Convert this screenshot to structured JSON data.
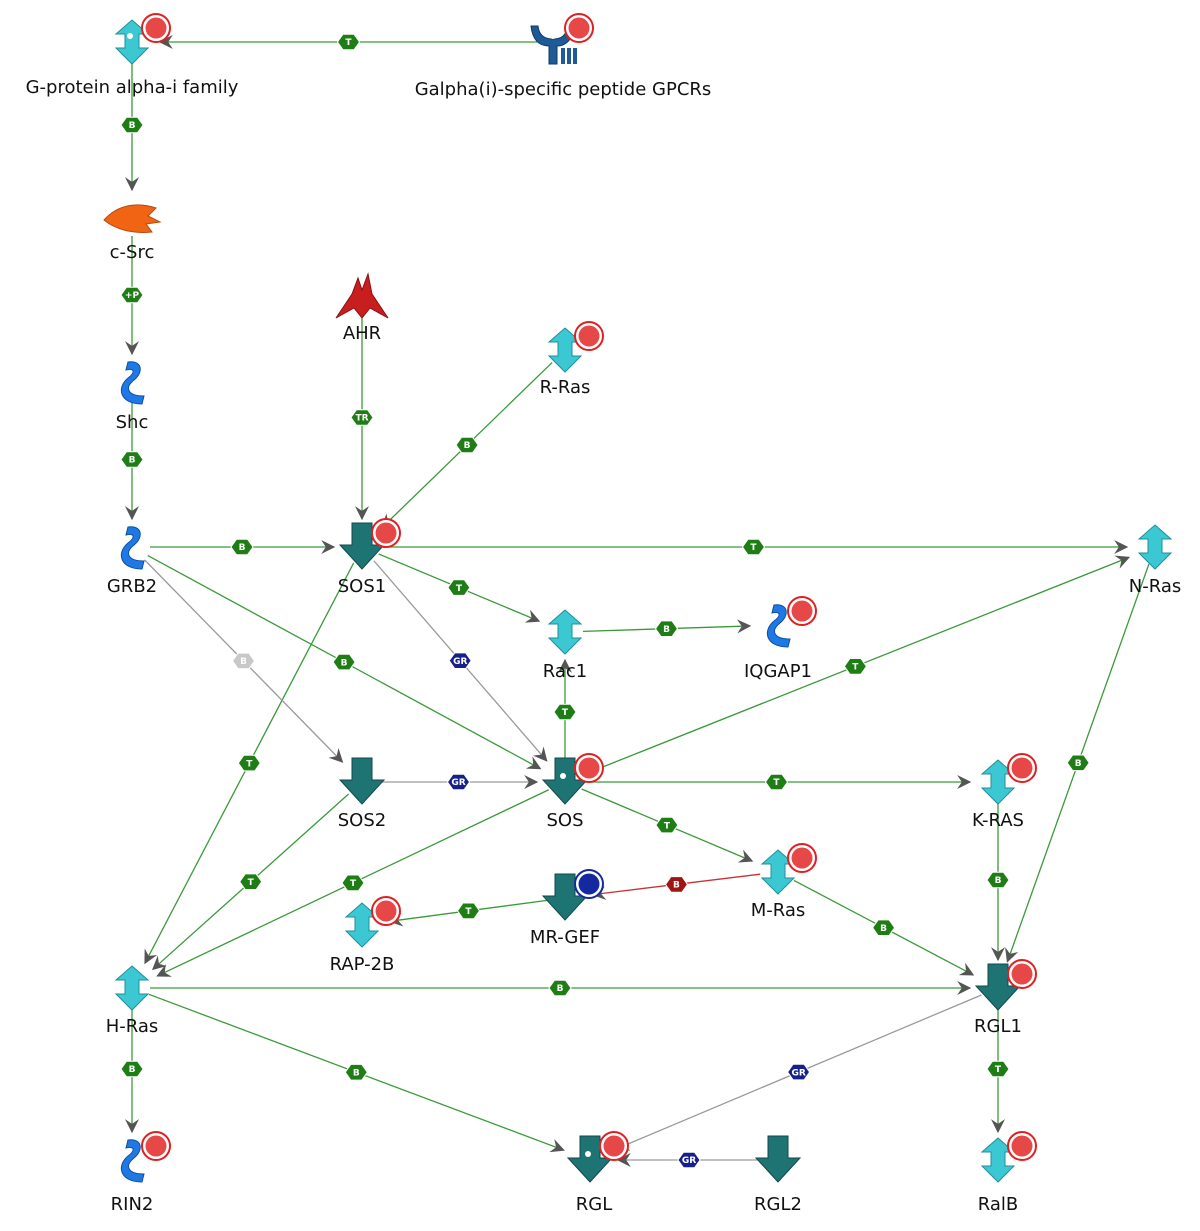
{
  "nodes": [
    {
      "id": "gprot",
      "label": "G-protein alpha-i family",
      "shape": "gprotein",
      "marker": "red"
    },
    {
      "id": "gpcr",
      "label": "Galpha(i)-specific peptide GPCRs",
      "shape": "receptor",
      "marker": "red"
    },
    {
      "id": "csrc",
      "label": "c-Src",
      "shape": "kinase",
      "marker": null
    },
    {
      "id": "shc",
      "label": "Shc",
      "shape": "adaptor",
      "marker": null
    },
    {
      "id": "grb2",
      "label": "GRB2",
      "shape": "adaptor",
      "marker": null
    },
    {
      "id": "ahr",
      "label": "AHR",
      "shape": "tf",
      "marker": null
    },
    {
      "id": "rras",
      "label": "R-Ras",
      "shape": "gprotein",
      "marker": "red"
    },
    {
      "id": "sos1",
      "label": "SOS1",
      "shape": "gef",
      "marker": "red"
    },
    {
      "id": "nras",
      "label": "N-Ras",
      "shape": "gprotein",
      "marker": null
    },
    {
      "id": "rac1",
      "label": "Rac1",
      "shape": "gprotein",
      "marker": null
    },
    {
      "id": "iqgap1",
      "label": "IQGAP1",
      "shape": "adaptor",
      "marker": "red"
    },
    {
      "id": "sos2",
      "label": "SOS2",
      "shape": "gef",
      "marker": null
    },
    {
      "id": "sos",
      "label": "SOS",
      "shape": "gef",
      "marker": "red"
    },
    {
      "id": "kras",
      "label": "K-RAS",
      "shape": "gprotein",
      "marker": "red"
    },
    {
      "id": "mras",
      "label": "M-Ras",
      "shape": "gprotein",
      "marker": "red"
    },
    {
      "id": "mrgef",
      "label": "MR-GEF",
      "shape": "gef",
      "marker": "blue"
    },
    {
      "id": "rap2b",
      "label": "RAP-2B",
      "shape": "gprotein",
      "marker": "red"
    },
    {
      "id": "hras",
      "label": "H-Ras",
      "shape": "gprotein",
      "marker": null
    },
    {
      "id": "rgl1",
      "label": "RGL1",
      "shape": "gef",
      "marker": "red"
    },
    {
      "id": "rin2",
      "label": "RIN2",
      "shape": "adaptor",
      "marker": "red"
    },
    {
      "id": "rgl",
      "label": "RGL",
      "shape": "gef",
      "marker": "red"
    },
    {
      "id": "rgl2",
      "label": "RGL2",
      "shape": "gef",
      "marker": null
    },
    {
      "id": "ralb",
      "label": "RalB",
      "shape": "gprotein",
      "marker": "red"
    }
  ],
  "edges": [
    {
      "from": "gpcr",
      "to": "gprot",
      "badge": "T",
      "kind": "green"
    },
    {
      "from": "gprot",
      "to": "csrc",
      "badge": "B",
      "kind": "green"
    },
    {
      "from": "csrc",
      "to": "shc",
      "badge": "+P",
      "kind": "green"
    },
    {
      "from": "shc",
      "to": "grb2",
      "badge": "B",
      "kind": "green"
    },
    {
      "from": "grb2",
      "to": "sos1",
      "badge": "B",
      "kind": "green"
    },
    {
      "from": "ahr",
      "to": "sos1",
      "badge": "TR",
      "kind": "green"
    },
    {
      "from": "rras",
      "to": "sos1",
      "badge": "B",
      "kind": "green"
    },
    {
      "from": "sos1",
      "to": "nras",
      "badge": "T",
      "kind": "green"
    },
    {
      "from": "sos1",
      "to": "rac1",
      "badge": "T",
      "kind": "green"
    },
    {
      "from": "rac1",
      "to": "iqgap1",
      "badge": "B",
      "kind": "green"
    },
    {
      "from": "sos1",
      "to": "sos",
      "badge": "GR",
      "kind": "gray"
    },
    {
      "from": "sos1",
      "to": "hras",
      "badge": "T",
      "kind": "green"
    },
    {
      "from": "grb2",
      "to": "sos2",
      "badge": "B",
      "kind": "gray"
    },
    {
      "from": "grb2",
      "to": "sos",
      "badge": "B",
      "kind": "green"
    },
    {
      "from": "sos2",
      "to": "sos",
      "badge": "GR",
      "kind": "gray"
    },
    {
      "from": "sos",
      "to": "rac1",
      "badge": "T",
      "kind": "green"
    },
    {
      "from": "sos",
      "to": "nras",
      "badge": "T",
      "kind": "green"
    },
    {
      "from": "sos",
      "to": "kras",
      "badge": "T",
      "kind": "green"
    },
    {
      "from": "sos",
      "to": "mras",
      "badge": "T",
      "kind": "green"
    },
    {
      "from": "sos",
      "to": "hras",
      "badge": "T",
      "kind": "green"
    },
    {
      "from": "sos2",
      "to": "hras",
      "badge": "T",
      "kind": "green"
    },
    {
      "from": "mras",
      "to": "mrgef",
      "badge": "B",
      "kind": "red"
    },
    {
      "from": "mrgef",
      "to": "rap2b",
      "badge": "T",
      "kind": "green"
    },
    {
      "from": "mras",
      "to": "rgl1",
      "badge": "B",
      "kind": "green"
    },
    {
      "from": "kras",
      "to": "rgl1",
      "badge": "B",
      "kind": "green"
    },
    {
      "from": "nras",
      "to": "rgl1",
      "badge": "B",
      "kind": "green"
    },
    {
      "from": "hras",
      "to": "rgl1",
      "badge": "B",
      "kind": "green"
    },
    {
      "from": "hras",
      "to": "rin2",
      "badge": "B",
      "kind": "green"
    },
    {
      "from": "hras",
      "to": "rgl",
      "badge": "B",
      "kind": "green"
    },
    {
      "from": "rgl1",
      "to": "rgl",
      "badge": "GR",
      "kind": "gray"
    },
    {
      "from": "rgl2",
      "to": "rgl",
      "badge": "GR",
      "kind": "gray"
    },
    {
      "from": "rgl1",
      "to": "ralb",
      "badge": "T",
      "kind": "green"
    }
  ],
  "colors": {
    "edge_green": "#3a9a3a",
    "edge_gray": "#9a9a9a",
    "edge_red": "#c83232",
    "badge_green": "#1e7d14",
    "badge_blue": "#16208a",
    "badge_gray": "#c8c8c8",
    "badge_red": "#a01414",
    "gprotein": "#3cc8d2",
    "gef": "#1e7373",
    "adaptor": "#1e78e6",
    "kinase": "#f06414",
    "tf": "#c81e1e",
    "receptor": "#1e5a96",
    "marker_red": "#e02020",
    "marker_blue": "#1428a0"
  }
}
